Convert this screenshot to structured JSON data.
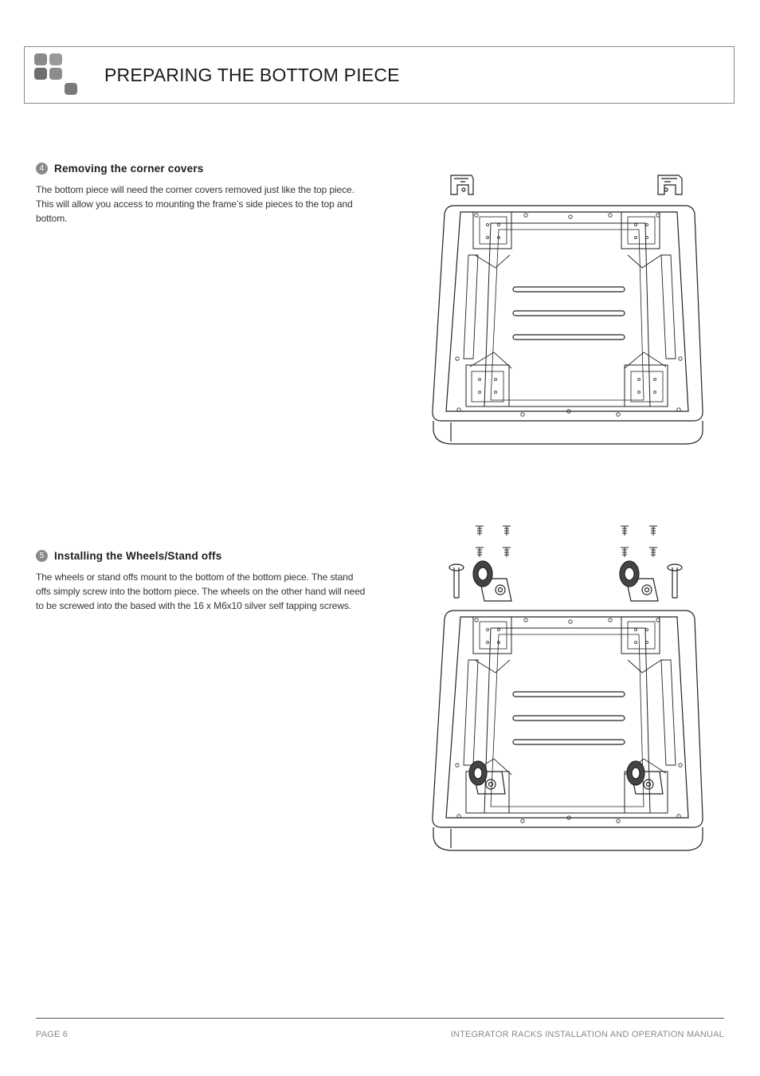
{
  "header": {
    "title": "PREPARING THE BOTTOM PIECE"
  },
  "logo": {
    "colors": [
      "#8a8a8a",
      "#9a9a9a",
      "#6e6e6e",
      "#8c8c8c",
      "#7a7a7a"
    ]
  },
  "sections": [
    {
      "number": "4",
      "title": "Removing the corner covers",
      "body": "The bottom piece will need the corner covers removed just like the top piece. This will allow you access to mounting the frame’s side pieces to the top and bottom."
    },
    {
      "number": "5",
      "title": "Installing the Wheels/Stand offs",
      "body": "The wheels or stand offs mount to the bottom of the bottom piece. The stand offs simply screw into the bottom piece. The wheels on the other hand will need to be screwed into the based with the 16 x M6x10 silver self tapping screws."
    }
  ],
  "footer": {
    "page": "PAGE 6",
    "manual": "INTEGRATOR RACKS INSTALLATION AND OPERATION MANUAL"
  }
}
